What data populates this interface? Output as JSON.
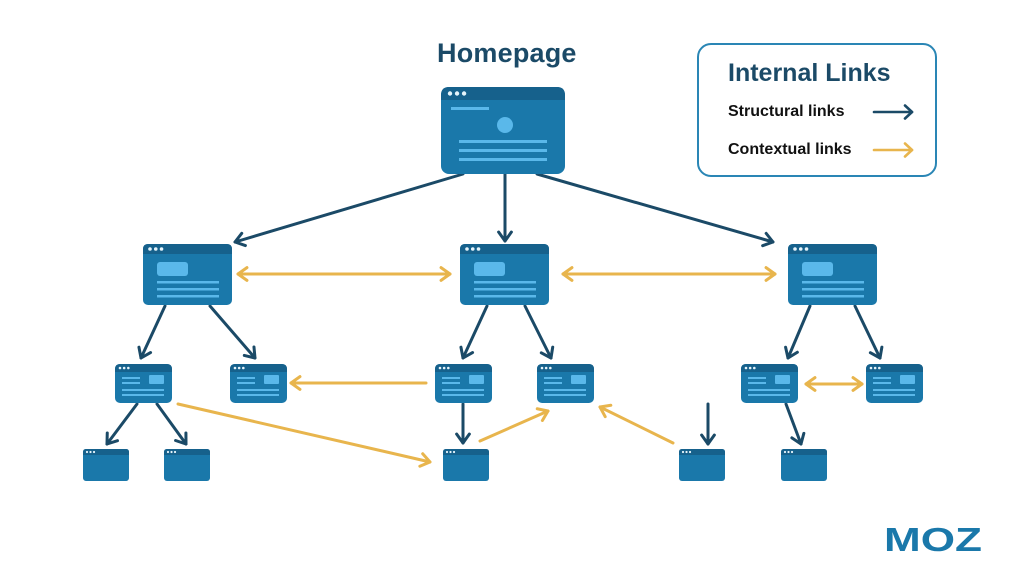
{
  "title": "Homepage",
  "legend": {
    "title": "Internal Links",
    "items": [
      {
        "label": "Structural links",
        "color": "#1b4a67",
        "icon": "arrow-right-icon"
      },
      {
        "label": "Contextual links",
        "color": "#e8b54d",
        "icon": "arrow-right-icon"
      }
    ]
  },
  "colors": {
    "structural": "#1b4a67",
    "contextual": "#e8b54d",
    "page_body": "#1a78aa",
    "page_header": "#16618c",
    "page_accent": "#5ab8ea",
    "page_dots": "#e6f4fb",
    "logo": "#1a78aa"
  },
  "nodes": [
    {
      "id": "home",
      "level": 0,
      "type": "full-circle"
    },
    {
      "id": "L1-a",
      "level": 1,
      "type": "full"
    },
    {
      "id": "L1-b",
      "level": 1,
      "type": "full"
    },
    {
      "id": "L1-c",
      "level": 1,
      "type": "full"
    },
    {
      "id": "L2-a",
      "level": 2,
      "type": "small"
    },
    {
      "id": "L2-b",
      "level": 2,
      "type": "small"
    },
    {
      "id": "L2-c",
      "level": 2,
      "type": "small"
    },
    {
      "id": "L2-d",
      "level": 2,
      "type": "small"
    },
    {
      "id": "L2-e",
      "level": 2,
      "type": "small"
    },
    {
      "id": "L2-f",
      "level": 2,
      "type": "small"
    },
    {
      "id": "L3-a",
      "level": 3,
      "type": "blank"
    },
    {
      "id": "L3-b",
      "level": 3,
      "type": "blank"
    },
    {
      "id": "L3-c",
      "level": 3,
      "type": "blank"
    },
    {
      "id": "L3-d",
      "level": 3,
      "type": "blank"
    },
    {
      "id": "L3-e",
      "level": 3,
      "type": "blank"
    }
  ],
  "links": [
    {
      "from": "home",
      "to": "L1-a",
      "kind": "structural"
    },
    {
      "from": "home",
      "to": "L1-b",
      "kind": "structural"
    },
    {
      "from": "home",
      "to": "L1-c",
      "kind": "structural"
    },
    {
      "from": "L1-a",
      "to": "L1-b",
      "kind": "contextual",
      "bidirectional": true
    },
    {
      "from": "L1-b",
      "to": "L1-c",
      "kind": "contextual",
      "bidirectional": true
    },
    {
      "from": "L1-a",
      "to": "L2-a",
      "kind": "structural"
    },
    {
      "from": "L1-a",
      "to": "L2-b",
      "kind": "structural"
    },
    {
      "from": "L1-b",
      "to": "L2-c",
      "kind": "structural"
    },
    {
      "from": "L1-b",
      "to": "L2-d",
      "kind": "structural"
    },
    {
      "from": "L1-c",
      "to": "L2-e",
      "kind": "structural"
    },
    {
      "from": "L1-c",
      "to": "L2-f",
      "kind": "structural"
    },
    {
      "from": "L2-c",
      "to": "L2-b",
      "kind": "contextual"
    },
    {
      "from": "L2-e",
      "to": "L2-f",
      "kind": "contextual",
      "bidirectional": true
    },
    {
      "from": "L2-a",
      "to": "L3-a",
      "kind": "structural"
    },
    {
      "from": "L2-a",
      "to": "L3-b",
      "kind": "structural"
    },
    {
      "from": "L2-c",
      "to": "L3-c",
      "kind": "structural"
    },
    {
      "from": "L2-e",
      "to": "L3-d",
      "kind": "structural"
    },
    {
      "from": "L2-e",
      "to": "L3-e",
      "kind": "structural"
    },
    {
      "from": "L2-a",
      "to": "L3-c",
      "kind": "contextual"
    },
    {
      "from": "L3-c",
      "to": "L2-d",
      "kind": "contextual"
    },
    {
      "from": "L3-d",
      "to": "L2-d",
      "kind": "contextual"
    }
  ],
  "logo": {
    "text": "MOZ"
  }
}
